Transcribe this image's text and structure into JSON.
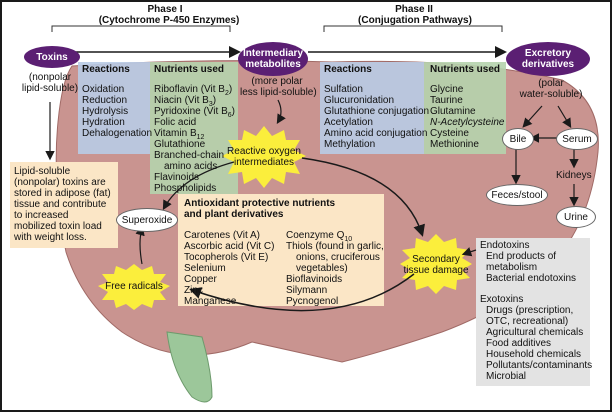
{
  "phase1": {
    "title": "Phase I",
    "subtitle": "(Cytochrome P-450 Enzymes)"
  },
  "phase2": {
    "title": "Phase II",
    "subtitle": "(Conjugation Pathways)"
  },
  "toxins": {
    "label": "Toxins",
    "note": [
      "(nonpolar",
      "lipid-soluble)"
    ]
  },
  "intermediary": {
    "label": [
      "Intermediary",
      "metabolites"
    ],
    "note": [
      "(more polar",
      "less lipid-soluble)"
    ]
  },
  "excretory": {
    "label": [
      "Excretory",
      "derivatives"
    ],
    "note": [
      "(polar",
      "water-soluble)"
    ]
  },
  "phase1_reactions": {
    "heading": "Reactions",
    "items": [
      "Oxidation",
      "Reduction",
      "Hydrolysis",
      "Hydration",
      "Dehalogenation"
    ]
  },
  "phase1_nutrients": {
    "heading": "Nutrients used",
    "items": [
      {
        "text": "Riboflavin (Vit B",
        "sub": "2",
        "tail": ")"
      },
      {
        "text": "Niacin (Vit B",
        "sub": "3",
        "tail": ")"
      },
      {
        "text": "Pyridoxine (Vit B",
        "sub": "6",
        "tail": ")"
      },
      {
        "text": "Folic acid",
        "sub": "",
        "tail": ""
      },
      {
        "text": "Vitamin B",
        "sub": "12",
        "tail": ""
      },
      {
        "text": "Glutathione",
        "sub": "",
        "tail": ""
      },
      {
        "text": "Branched-chain",
        "sub": "",
        "tail": ""
      },
      {
        "text": "  amino acids",
        "sub": "",
        "tail": ""
      },
      {
        "text": "Flavinoids",
        "sub": "",
        "tail": ""
      },
      {
        "text": "Phospholipids",
        "sub": "",
        "tail": ""
      }
    ]
  },
  "phase2_reactions": {
    "heading": "Reactions",
    "items": [
      "Sulfation",
      "Glucuronidation",
      "Glutathione conjugation",
      "Acetylation",
      "Amino acid conjugation",
      "Methylation"
    ]
  },
  "phase2_nutrients": {
    "heading": "Nutrients used",
    "items": [
      "Glycine",
      "Taurine",
      "Glutamine",
      "N-Acetylcysteine",
      "Cysteine",
      "Methionine"
    ]
  },
  "reactive_oxygen": {
    "label": [
      "Reactive oxygen",
      "intermediates"
    ]
  },
  "lipid_note": [
    "Lipid-soluble",
    "(nonpolar) toxins are",
    "stored in adipose (fat)",
    "tissue and contribute",
    "to increased",
    "mobilized toxin load",
    "with weight loss."
  ],
  "superoxide": "Superoxide",
  "free_radicals": "Free radicals",
  "antioxidant": {
    "heading": [
      "Antioxidant protective nutrients",
      "and plant derivatives"
    ],
    "col1": [
      "Carotenes (Vit A)",
      "Ascorbic acid (Vit C)",
      "Tocopherols (Vit E)",
      "Selenium",
      "Copper",
      "Zinc",
      "Manganese"
    ],
    "col2_first": {
      "text": "Coenzyme Q",
      "sub": "10"
    },
    "col2": [
      "Thiols (found in garlic,",
      "   onions, cruciferous",
      "   vegetables)",
      "Bioflavinoids",
      "Silymann",
      "Pycnogenol"
    ]
  },
  "secondary": {
    "label": [
      "Secondary",
      "tissue damage"
    ]
  },
  "bile": "Bile",
  "serum": "Serum",
  "kidneys": "Kidneys",
  "feces": "Feces/stool",
  "urine": "Urine",
  "sources": {
    "endotoxins_heading": "Endotoxins",
    "endotoxins": [
      "End products of",
      "  metabolism",
      "Bacterial endotoxins"
    ],
    "exotoxins_heading": "Exotoxins",
    "exotoxins": [
      "Drugs (prescription,",
      "  OTC, recreational)",
      "Agricultural chemicals",
      "Food additives",
      "Household chemicals",
      "Pollutants/contaminants",
      "Microbial"
    ]
  },
  "colors": {
    "purple": "#5b1f73",
    "liver": "#c99490",
    "blue_panel": "#b8cbe6",
    "green_panel": "#b5d3ad",
    "cream_panel": "#fbe6c6",
    "burst": "#fbee3c",
    "grey_panel": "#e3e3e3"
  }
}
